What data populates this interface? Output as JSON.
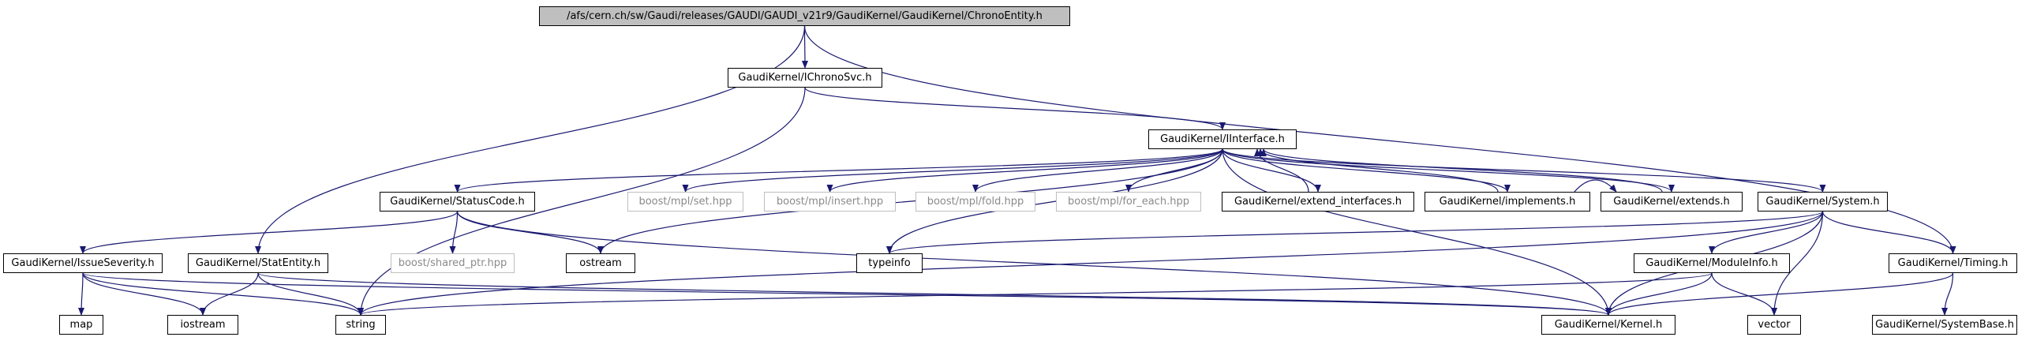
{
  "colors": {
    "edge": "#191970",
    "root_fill": "#bfbfbf",
    "node_border": "#000000",
    "ghost_border": "#bfbfbf"
  },
  "nodes": {
    "chronoentity": {
      "label": "/afs/cern.ch/sw/Gaudi/releases/GAUDI/GAUDI_v21r9/GaudiKernel/GaudiKernel/ChronoEntity.h",
      "kind": "root"
    },
    "ichronosvc": {
      "label": "GaudiKernel/IChronoSvc.h",
      "kind": "file"
    },
    "iinterface": {
      "label": "GaudiKernel/IInterface.h",
      "kind": "file"
    },
    "statuscode": {
      "label": "GaudiKernel/StatusCode.h",
      "kind": "file"
    },
    "boost_mpl_set": {
      "label": "boost/mpl/set.hpp",
      "kind": "external"
    },
    "boost_mpl_insert": {
      "label": "boost/mpl/insert.hpp",
      "kind": "external"
    },
    "boost_mpl_fold": {
      "label": "boost/mpl/fold.hpp",
      "kind": "external"
    },
    "boost_mpl_for_each": {
      "label": "boost/mpl/for_each.hpp",
      "kind": "external"
    },
    "extend_interfaces": {
      "label": "GaudiKernel/extend_interfaces.h",
      "kind": "file"
    },
    "implements": {
      "label": "GaudiKernel/implements.h",
      "kind": "file"
    },
    "extends": {
      "label": "GaudiKernel/extends.h",
      "kind": "file"
    },
    "system": {
      "label": "GaudiKernel/System.h",
      "kind": "file"
    },
    "issueseverity": {
      "label": "GaudiKernel/IssueSeverity.h",
      "kind": "file"
    },
    "statentity": {
      "label": "GaudiKernel/StatEntity.h",
      "kind": "file"
    },
    "boost_shared_ptr": {
      "label": "boost/shared_ptr.hpp",
      "kind": "external"
    },
    "ostream": {
      "label": "ostream",
      "kind": "std"
    },
    "typeinfo": {
      "label": "typeinfo",
      "kind": "std"
    },
    "moduleinfo": {
      "label": "GaudiKernel/ModuleInfo.h",
      "kind": "file"
    },
    "timing": {
      "label": "GaudiKernel/Timing.h",
      "kind": "file"
    },
    "map": {
      "label": "map",
      "kind": "std"
    },
    "iostream": {
      "label": "iostream",
      "kind": "std"
    },
    "string": {
      "label": "string",
      "kind": "std"
    },
    "kernel": {
      "label": "GaudiKernel/Kernel.h",
      "kind": "file"
    },
    "vector": {
      "label": "vector",
      "kind": "std"
    },
    "systembase": {
      "label": "GaudiKernel/SystemBase.h",
      "kind": "file"
    }
  },
  "edges": [
    [
      "chronoentity",
      "ichronosvc"
    ],
    [
      "chronoentity",
      "statentity"
    ],
    [
      "chronoentity",
      "timing"
    ],
    [
      "ichronosvc",
      "iinterface"
    ],
    [
      "ichronosvc",
      "string"
    ],
    [
      "iinterface",
      "statuscode"
    ],
    [
      "iinterface",
      "boost_mpl_set"
    ],
    [
      "iinterface",
      "boost_mpl_insert"
    ],
    [
      "iinterface",
      "boost_mpl_fold"
    ],
    [
      "iinterface",
      "boost_mpl_for_each"
    ],
    [
      "iinterface",
      "extend_interfaces"
    ],
    [
      "iinterface",
      "implements"
    ],
    [
      "iinterface",
      "extends"
    ],
    [
      "iinterface",
      "system"
    ],
    [
      "iinterface",
      "ostream"
    ],
    [
      "iinterface",
      "typeinfo"
    ],
    [
      "iinterface",
      "kernel"
    ],
    [
      "extend_interfaces",
      "iinterface"
    ],
    [
      "implements",
      "iinterface"
    ],
    [
      "extends",
      "iinterface"
    ],
    [
      "implements",
      "extends"
    ],
    [
      "statuscode",
      "issueseverity"
    ],
    [
      "statuscode",
      "boost_shared_ptr"
    ],
    [
      "statuscode",
      "ostream"
    ],
    [
      "statuscode",
      "kernel"
    ],
    [
      "issueseverity",
      "map"
    ],
    [
      "issueseverity",
      "iostream"
    ],
    [
      "issueseverity",
      "string"
    ],
    [
      "issueseverity",
      "kernel"
    ],
    [
      "statentity",
      "iostream"
    ],
    [
      "statentity",
      "string"
    ],
    [
      "statentity",
      "kernel"
    ],
    [
      "system",
      "typeinfo"
    ],
    [
      "system",
      "string"
    ],
    [
      "system",
      "kernel"
    ],
    [
      "system",
      "moduleinfo"
    ],
    [
      "system",
      "vector"
    ],
    [
      "system",
      "timing"
    ],
    [
      "moduleinfo",
      "string"
    ],
    [
      "moduleinfo",
      "kernel"
    ],
    [
      "moduleinfo",
      "vector"
    ],
    [
      "timing",
      "kernel"
    ],
    [
      "timing",
      "systembase"
    ]
  ]
}
